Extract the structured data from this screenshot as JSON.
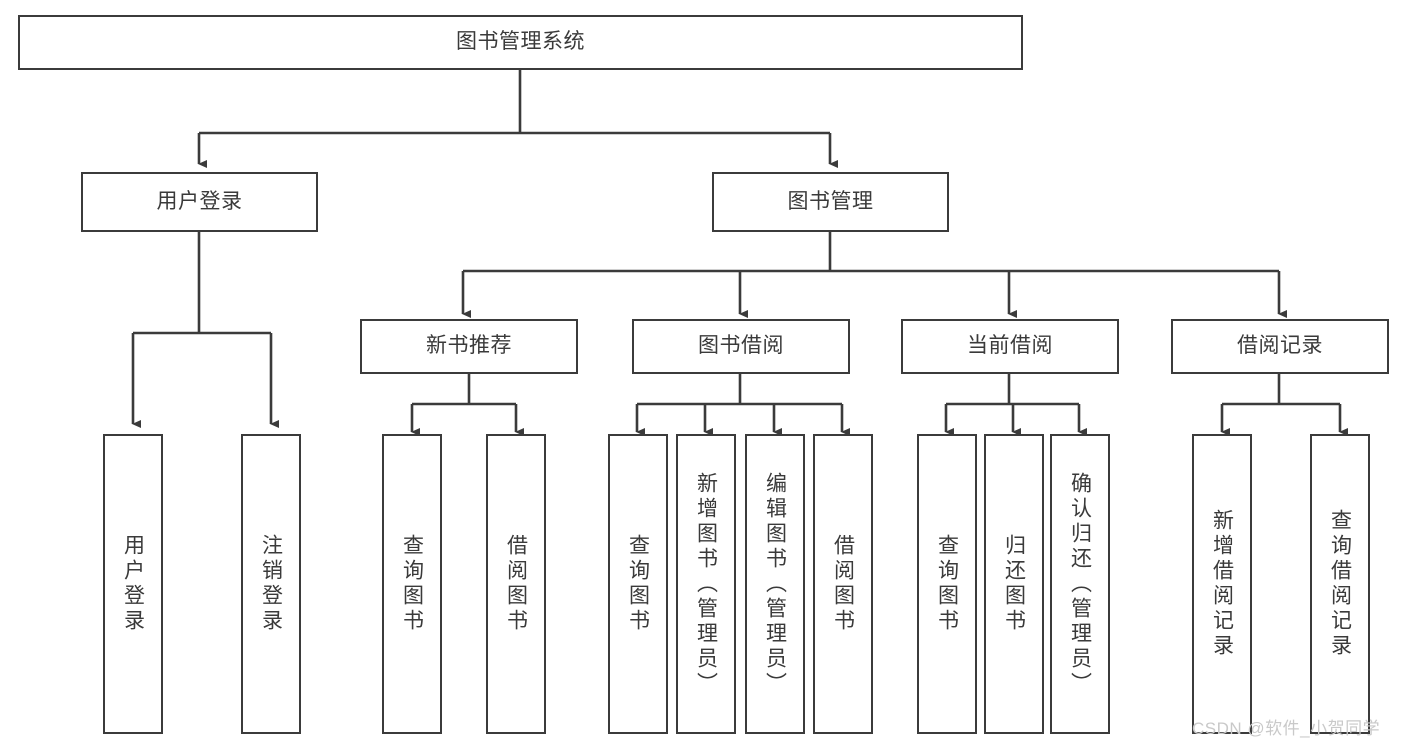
{
  "diagram": {
    "title": "图书管理系统",
    "type": "hierarchy-tree",
    "watermark": "CSDN @软件_小贺同学",
    "colors": {
      "box_border": "#3b3b3b",
      "box_fill": "#ffffff",
      "connector": "#3b3b3b",
      "text": "#3a3a3a",
      "watermark": "#c9c9c9",
      "background": "#ffffff"
    },
    "nodes": {
      "root": {
        "label": "图书管理系统"
      },
      "level2": [
        {
          "id": "user-login",
          "label": "用户登录"
        },
        {
          "id": "book-management",
          "label": "图书管理"
        }
      ],
      "level3": [
        {
          "id": "new-book-recommend",
          "label": "新书推荐"
        },
        {
          "id": "book-borrow",
          "label": "图书借阅"
        },
        {
          "id": "current-borrow",
          "label": "当前借阅"
        },
        {
          "id": "borrow-record",
          "label": "借阅记录"
        }
      ],
      "leaves": {
        "user_login": [
          {
            "id": "leaf-user-login",
            "label": "用户登录"
          },
          {
            "id": "leaf-logout-login",
            "label": "注销登录"
          }
        ],
        "new_book_recommend": [
          {
            "id": "leaf-query-book-1",
            "label": "查询图书"
          },
          {
            "id": "leaf-borrow-book-1",
            "label": "借阅图书"
          }
        ],
        "book_borrow": [
          {
            "id": "leaf-query-book-2",
            "label": "查询图书"
          },
          {
            "id": "leaf-add-book",
            "label": "新增图书（管理员）"
          },
          {
            "id": "leaf-edit-book",
            "label": "编辑图书（管理员）"
          },
          {
            "id": "leaf-borrow-book-2",
            "label": "借阅图书"
          }
        ],
        "current_borrow": [
          {
            "id": "leaf-query-book-3",
            "label": "查询图书"
          },
          {
            "id": "leaf-return-book",
            "label": "归还图书"
          },
          {
            "id": "leaf-confirm-return",
            "label": "确认归还（管理员）"
          }
        ],
        "borrow_record": [
          {
            "id": "leaf-add-record",
            "label": "新增借阅记录"
          },
          {
            "id": "leaf-query-record",
            "label": "查询借阅记录"
          }
        ]
      }
    }
  }
}
